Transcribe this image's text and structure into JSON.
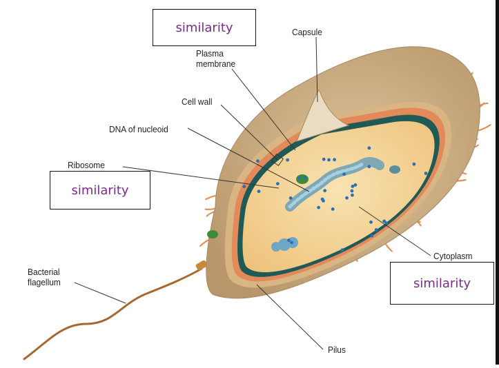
{
  "diagram": {
    "labels": {
      "capsule": "Capsule",
      "plasma_membrane": "Plasma\nmembrane",
      "cell_wall": "Cell wall",
      "dna_of_nucleoid": "DNA of nucleoid",
      "ribosome": "Ribosome",
      "cytoplasm": "Cytoplasm",
      "bacterial_flagellum": "Bacterial\nflagellum",
      "pilus": "Pilus"
    },
    "annotation_boxes": [
      "similarity",
      "similarity",
      "similarity"
    ]
  },
  "colors": {
    "annotation_text": "#7b2a8c",
    "capsule": "#cdb08a",
    "cell_wall": "#e38a5a",
    "membrane": "#1f5a56",
    "cytoplasm": "#f3d49a",
    "pili": "#e0925a",
    "dna": "#6a9fb8",
    "ribosome": "#2d6fb3"
  }
}
